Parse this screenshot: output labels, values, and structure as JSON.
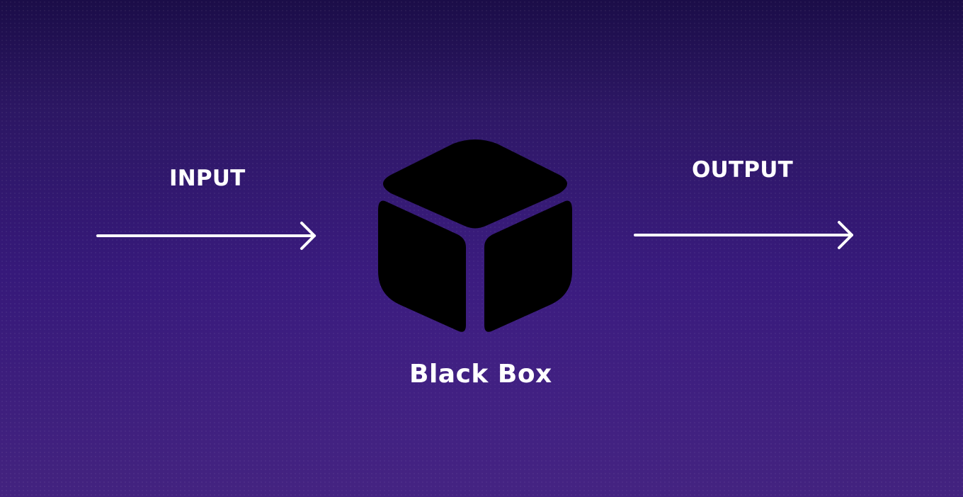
{
  "diagram": {
    "input_label": "INPUT",
    "output_label": "OUTPUT",
    "box_label": "Black Box"
  },
  "icons": {
    "arrow": "arrow-right",
    "cube": "cube-box"
  },
  "colors": {
    "background_top": "#1b0d48",
    "background_bottom": "#43237f",
    "text": "#ffffff",
    "cube": "#000000"
  }
}
